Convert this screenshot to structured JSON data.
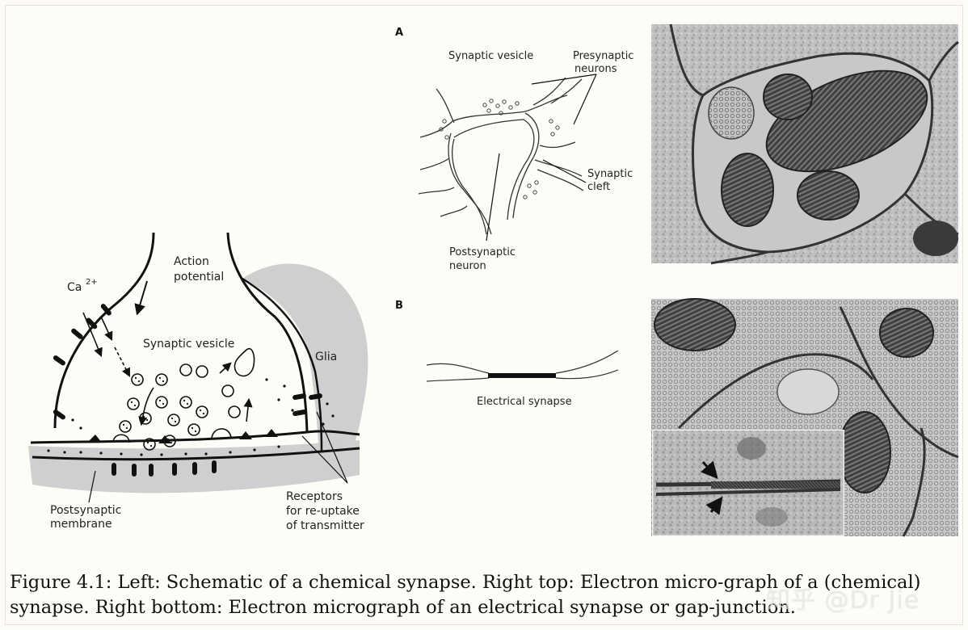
{
  "left_schematic": {
    "labels": {
      "action_potential_line1": "Action",
      "action_potential_line2": "potential",
      "calcium": "Ca",
      "calcium_sup": "2+",
      "synaptic_vesicle": "Synaptic vesicle",
      "glia": "Glia",
      "postsynaptic_line1": "Postsynaptic",
      "postsynaptic_line2": "membrane",
      "receptors_line1": "Receptors",
      "receptors_line2": "for re-uptake",
      "receptors_line3": "of transmitter"
    }
  },
  "panel_a": {
    "letter": "A",
    "labels": {
      "synaptic_vesicle": "Synaptic vesicle",
      "presynaptic_line1": "Presynaptic",
      "presynaptic_line2": "neurons",
      "synaptic_cleft_line1": "Synaptic",
      "synaptic_cleft_line2": "cleft",
      "postsynaptic_line1": "Postsynaptic",
      "postsynaptic_line2": "neuron"
    }
  },
  "panel_b": {
    "letter": "B",
    "labels": {
      "electrical_synapse": "Electrical synapse"
    }
  },
  "caption": {
    "line1": "Figure 4.1: Left: Schematic of a chemical synapse. Right top: Electron micro-graph of a (chemical)",
    "line2": "synapse. Right bottom: Electron micrograph of an electrical synapse or gap-junction."
  },
  "watermark": "知乎 @Dr Jie"
}
